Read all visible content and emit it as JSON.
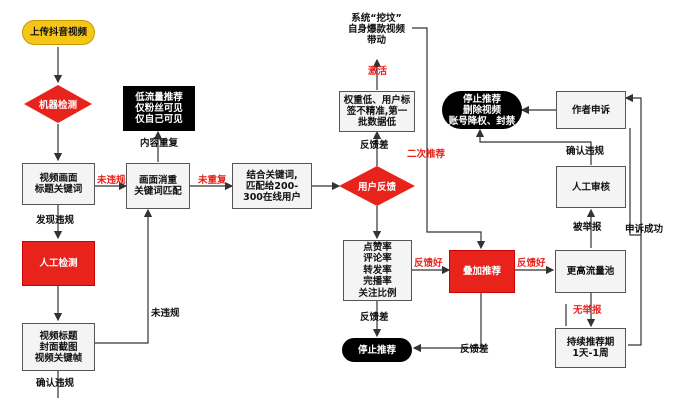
{
  "nodes": {
    "upload": "上传抖音视频",
    "machine_check": "机器检测",
    "video_keywords": "视频画面\n标题关键词",
    "manual_check": "人工检测",
    "video_title_frames": "视频标题\n封面截图\n视频关键帧",
    "dedupe_match": "画面消重\n关键词匹配",
    "low_traffic": "低流量推荐\n仅粉丝可见\n仅自己可见",
    "keyword_match_users": "结合关键词,\n匹配给200-\n300在线用户",
    "user_feedback": "用户反馈",
    "metrics": "点赞率\n评论率\n转发率\n完播率\n关注比例",
    "stop_recommend_bottom": "停止推荐",
    "low_weight": "权重低、用户标\n签不精准,第一\n批数据低",
    "dig_viral": "系统“挖坟”\n自身爆款视频\n带动",
    "stack_recommend": "叠加推荐",
    "higher_pool": "更高流量池",
    "stop_delete": "停止推荐\n删除视频\n账号降权、封禁",
    "author_appeal": "作者申诉",
    "manual_review": "人工审核",
    "sustained": "持续推荐期\n1天-1周"
  },
  "labels": {
    "no_violation_1": "未违规",
    "found_violation": "发现违规",
    "no_violation_2": "未违规",
    "confirm_violation_bottom": "确认违规",
    "content_duplicate": "内容重复",
    "no_duplicate": "未重复",
    "feedback_poor_up": "反馈差",
    "activate": "激活",
    "feedback_poor_down": "反馈差",
    "feedback_good_1": "反馈好",
    "feedback_good_2": "反馈好",
    "feedback_poor_bottom": "反馈差",
    "second_recommend": "二次推荐",
    "confirm_violation_right": "确认违规",
    "reported": "被举报",
    "appeal_success": "申诉成功",
    "not_reported": "无举报"
  },
  "colors": {
    "red": "#e8231c",
    "yellow": "#f5c518",
    "black": "#000000",
    "box_fill": "#f4f4f4",
    "line": "#333333"
  }
}
